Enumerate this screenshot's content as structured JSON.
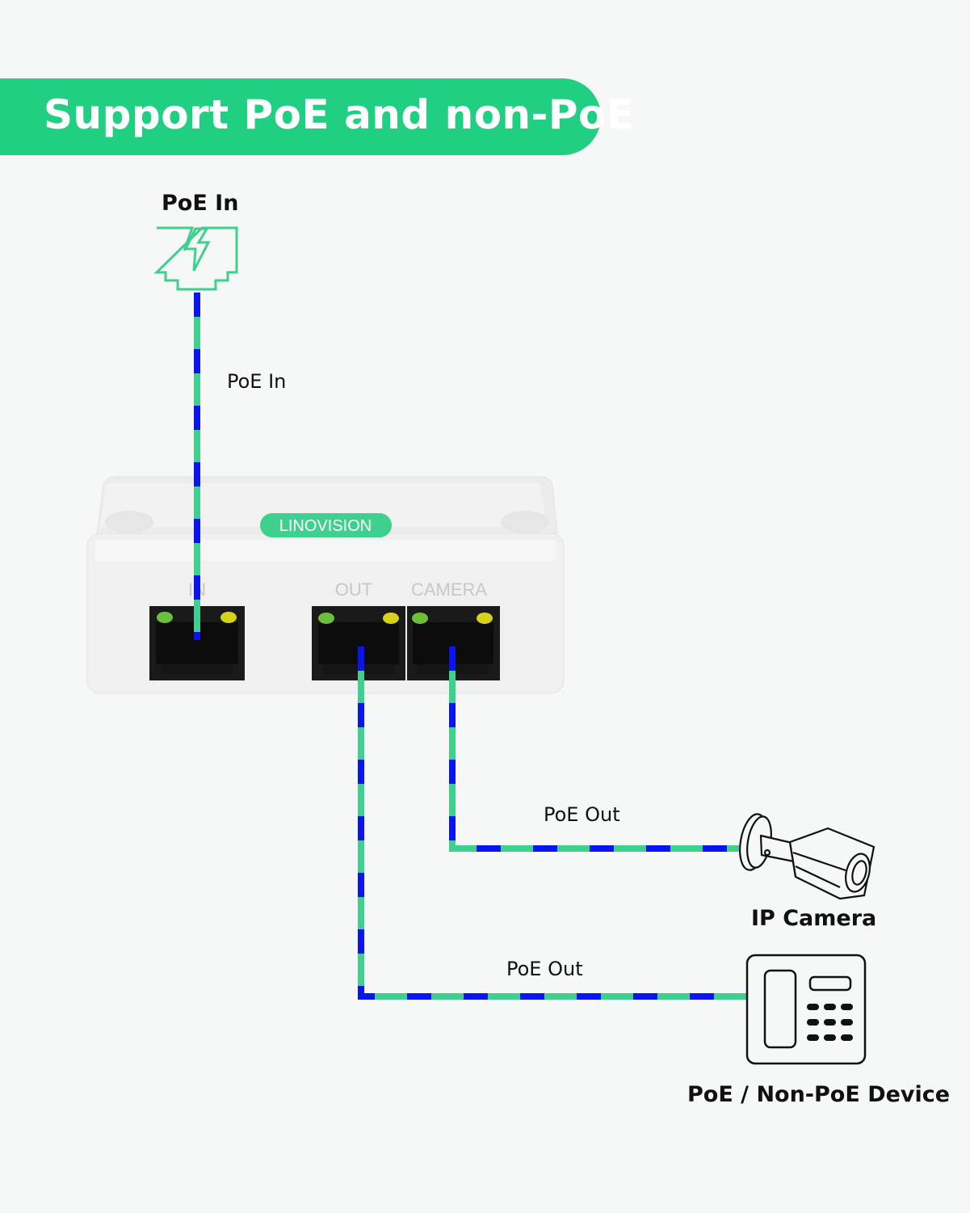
{
  "banner": {
    "title": "Support PoE and non-PoE",
    "color": "#21cf82"
  },
  "colors": {
    "cable_green": "#3fcf8e",
    "cable_blue": "#0a14ee",
    "icon_green": "#3fcf8e",
    "background": "#f6f7f7"
  },
  "poe_in_icon": {
    "label": "PoE In",
    "icon": "rj45-lightning-icon"
  },
  "cables": [
    {
      "id": "in",
      "label": "PoE In"
    },
    {
      "id": "camera",
      "label": "PoE Out"
    },
    {
      "id": "device",
      "label": "PoE Out"
    }
  ],
  "splitter": {
    "brand": "LINOVISION",
    "ports": [
      {
        "label": "IN"
      },
      {
        "label": "OUT"
      },
      {
        "label": "CAMERA"
      }
    ]
  },
  "endpoints": [
    {
      "label": "IP Camera",
      "icon": "ip-camera-icon"
    },
    {
      "label": "PoE / Non-PoE Device",
      "icon": "ip-phone-icon"
    }
  ]
}
